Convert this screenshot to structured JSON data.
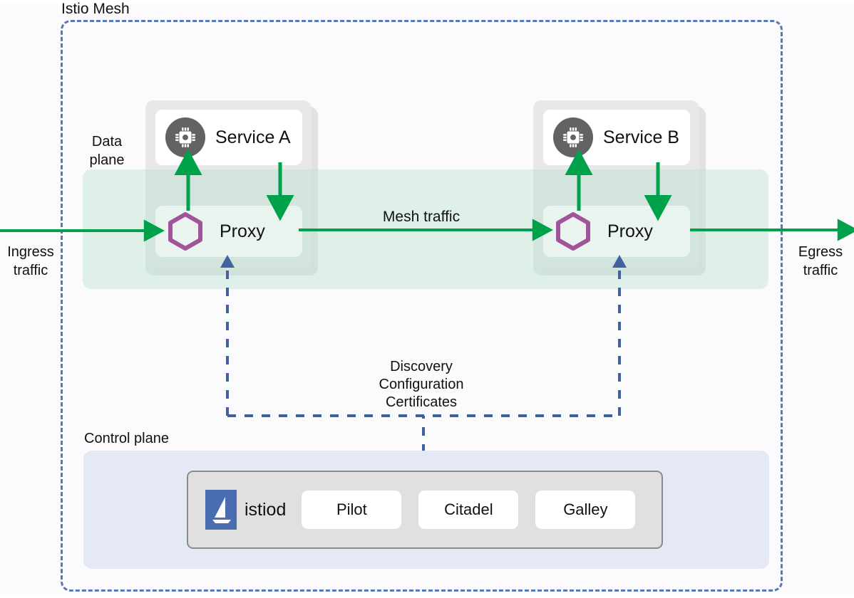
{
  "diagram": {
    "mesh": {
      "label": "Istio Mesh",
      "border_color": "#5878b4"
    },
    "data_plane": {
      "label": "Data\nplane",
      "label_line1": "Data",
      "label_line2": "plane",
      "band_color": "#dff0e9"
    },
    "control_plane": {
      "label": "Control plane",
      "panel_color": "#e5e9f5"
    },
    "traffic": {
      "ingress_line1": "Ingress",
      "ingress_line2": "traffic",
      "egress_line1": "Egress",
      "egress_line2": "traffic",
      "mesh_traffic": "Mesh traffic",
      "arrow_color": "#00a14b"
    },
    "control_channel": {
      "line1": "Discovery",
      "line2": "Configuration",
      "line3": "Certificates",
      "line_color": "#41629e"
    },
    "pods": [
      {
        "id": "pod-a",
        "service_label": "Service A",
        "service_icon": "cpu-chip-icon",
        "proxy_label": "Proxy",
        "proxy_icon": "hexagon-icon",
        "proxy_icon_color": "#a0559a"
      },
      {
        "id": "pod-b",
        "service_label": "Service B",
        "service_icon": "cpu-chip-icon",
        "proxy_label": "Proxy",
        "proxy_icon": "hexagon-icon",
        "proxy_icon_color": "#a0559a"
      }
    ],
    "istiod": {
      "name": "istiod",
      "logo_icon": "istio-sail-logo",
      "logo_color": "#4a6cb0",
      "components": [
        {
          "label": "Pilot"
        },
        {
          "label": "Citadel"
        },
        {
          "label": "Galley"
        }
      ]
    }
  }
}
